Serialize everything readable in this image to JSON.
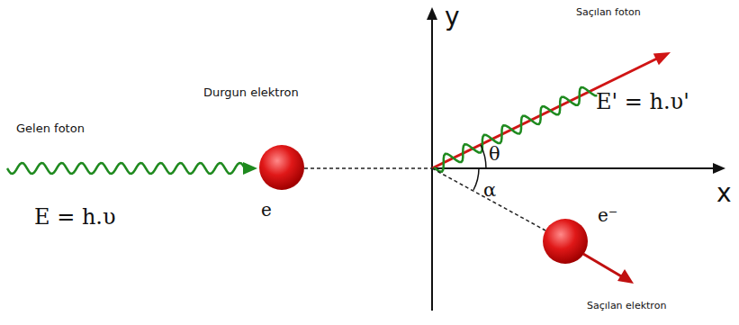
{
  "diagram": {
    "labels": [
      "Gelen foton",
      "Durgun elektron",
      "E = h.υ",
      "e",
      "y",
      "Saçılan foton",
      "E' = h.υ'",
      "θ",
      "x",
      "α",
      "e⁻",
      "Saçılan elektron"
    ]
  }
}
